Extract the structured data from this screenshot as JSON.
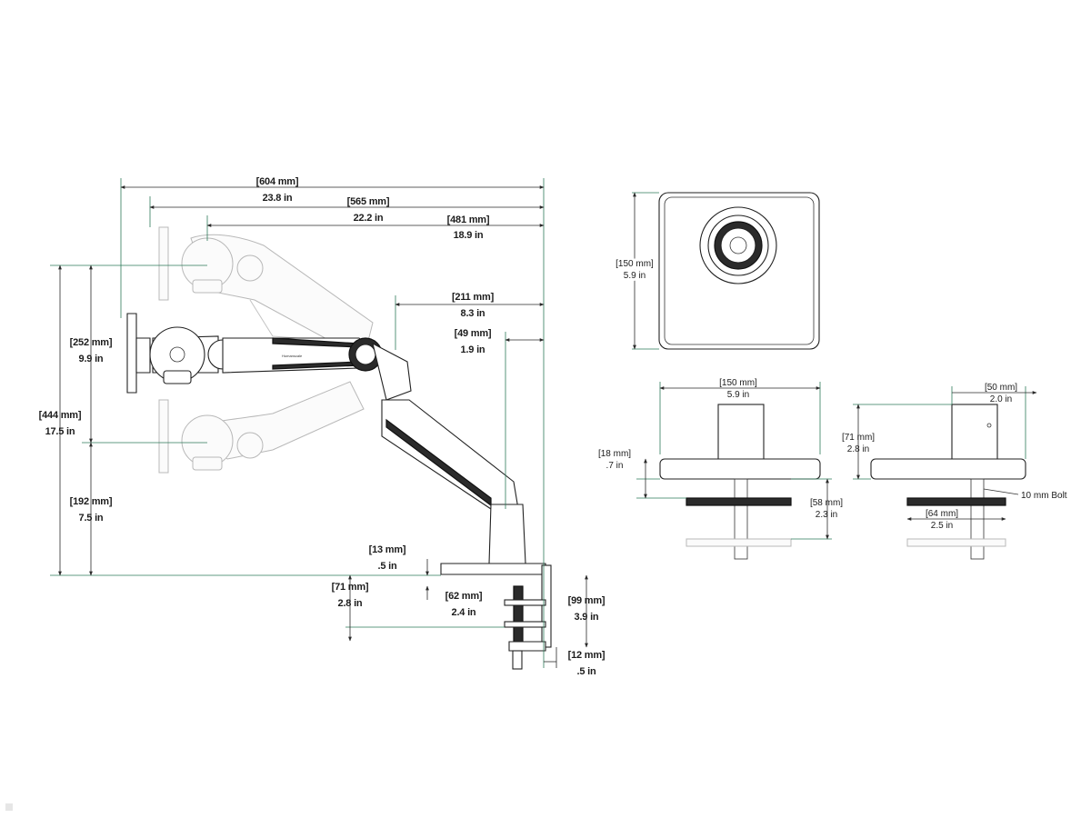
{
  "side_view": {
    "width_overall": {
      "mm": "[604 mm]",
      "in": "23.8 in"
    },
    "width_mid": {
      "mm": "[565 mm]",
      "in": "22.2 in"
    },
    "width_min": {
      "mm": "[481 mm]",
      "in": "18.9 in"
    },
    "arm_reach": {
      "mm": "[211 mm]",
      "in": "8.3 in"
    },
    "pole_offset": {
      "mm": "[49 mm]",
      "in": "1.9 in"
    },
    "height_total": {
      "mm": "[444 mm]",
      "in": "17.5 in"
    },
    "height_range": {
      "mm": "[252 mm]",
      "in": "9.9 in"
    },
    "height_min": {
      "mm": "[192 mm]",
      "in": "7.5 in"
    },
    "base_thickness": {
      "mm": "[13 mm]",
      "in": ".5 in"
    },
    "clamp_depth": {
      "mm": "[71 mm]",
      "in": "2.8 in"
    },
    "clamp_range": {
      "mm": "[62 mm]",
      "in": "2.4 in"
    },
    "clamp_height": {
      "mm": "[99 mm]",
      "in": "3.9 in"
    },
    "desk_gap": {
      "mm": "[12 mm]",
      "in": ".5 in"
    },
    "brand_mark": "Humanscale"
  },
  "top_view": {
    "height": {
      "mm": "[150 mm]",
      "in": "5.9 in"
    }
  },
  "front_view": {
    "width": {
      "mm": "[150 mm]",
      "in": "5.9 in"
    },
    "base_thickness": {
      "mm": "[18 mm]",
      "in": ".7 in"
    },
    "clamp_height": {
      "mm": "[58 mm]",
      "in": "2.3 in"
    }
  },
  "profile_view": {
    "post_width": {
      "mm": "[50 mm]",
      "in": "2.0 in"
    },
    "post_height": {
      "mm": "[71 mm]",
      "in": "2.8 in"
    },
    "clamp_width": {
      "mm": "[64 mm]",
      "in": "2.5 in"
    },
    "bolt_label": "10 mm Bolt"
  },
  "colors": {
    "dimension_line": "#2a2a2a",
    "accent_line": "#2e7a5a",
    "ghost": "#b8b8b8",
    "part_dark": "#2b2b2b"
  }
}
